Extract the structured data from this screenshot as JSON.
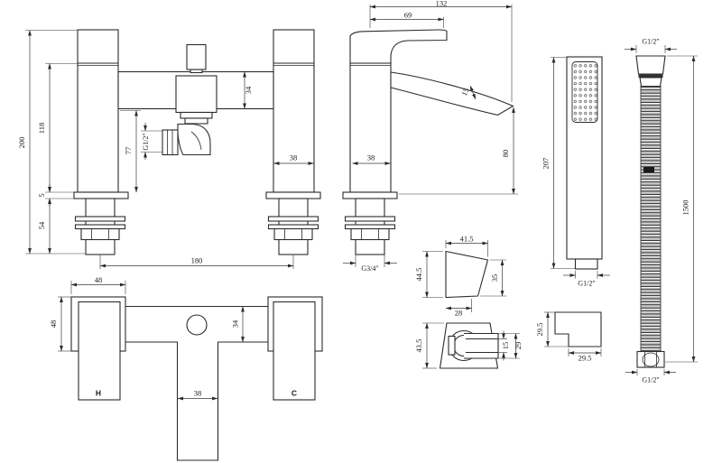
{
  "front_view": {
    "total_height": "200",
    "body_height": "118",
    "deck_plate": "5",
    "tail_length": "54",
    "under_body": "77",
    "body_depth": "34",
    "pillar_width": "38",
    "hole_centres": "180",
    "shower_outlet_thread": "G1/2″"
  },
  "side_view": {
    "overall_depth": "132",
    "handle_reach": "69",
    "spout_thickness": "15",
    "spout_drop": "80",
    "pillar_depth": "38",
    "inlet_thread": "G3/4″"
  },
  "plan_view": {
    "flange_width": "48",
    "flange_depth": "48",
    "body_width": "34",
    "spout_width": "38",
    "hot_label": "H",
    "cold_label": "C"
  },
  "bracket_top_view": {
    "top_width": "41.5",
    "left_height": "44.5",
    "right_height": "35",
    "base_width": "28"
  },
  "bracket_front_view": {
    "height": "43.5",
    "slot_width": "15",
    "clip_width": "29"
  },
  "handset": {
    "length": "207",
    "outlet_thread": "G1/2″",
    "section_height": "29.5",
    "section_width": "29.5"
  },
  "hose": {
    "top_thread": "G1/2″",
    "length": "1500",
    "bottom_thread": "G1/2″"
  }
}
